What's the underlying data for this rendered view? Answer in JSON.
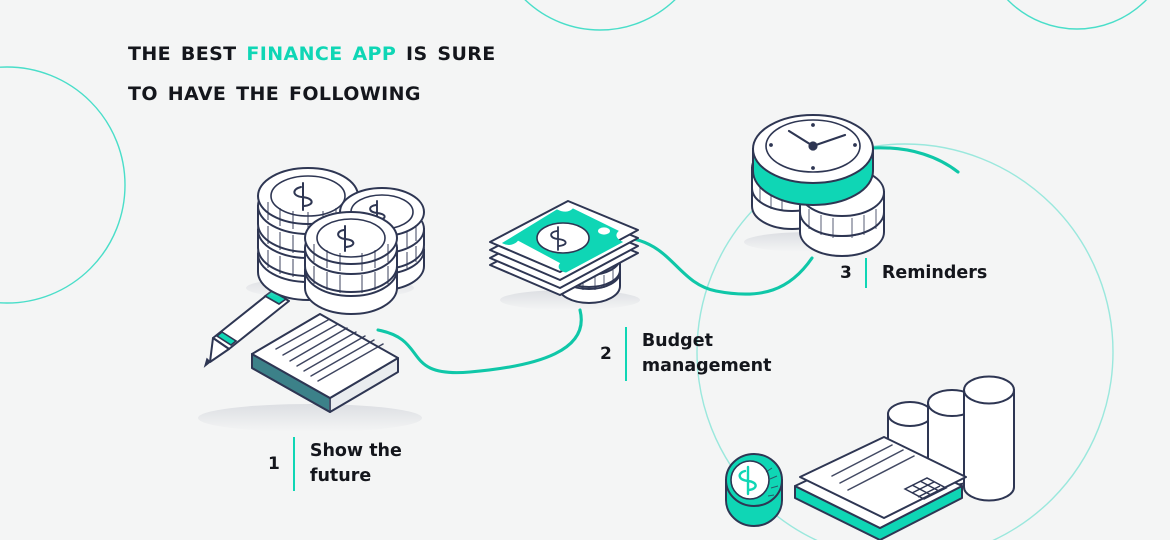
{
  "page": {
    "background_color": "#f4f5f5",
    "accent_color": "#0fd6b5",
    "ink_color": "#2e3653",
    "text_color": "#14161c"
  },
  "heading": {
    "line1_before": "The best ",
    "line1_accent": "finance app",
    "line1_after": " is sure",
    "line2": "to have the following"
  },
  "steps": [
    {
      "number": "1",
      "label": "Show the\nfuture"
    },
    {
      "number": "2",
      "label": "Budget\nmanagement"
    },
    {
      "number": "3",
      "label": "Reminders"
    }
  ],
  "illustrations": {
    "coins": "stacked-dollar-coins",
    "money": "dollar-banknote-stack",
    "clock": "clock-on-coin-stacks",
    "notepad": "notepad-with-pencil",
    "cards": "credit-cards-with-coin-and-bar-cylinders"
  },
  "decor": {
    "circles": [
      "top-left-circle",
      "top-center-circle",
      "top-right-circle",
      "bottom-right-circle"
    ],
    "connectors": [
      "notepad-to-money-curve",
      "money-to-clock-curve",
      "clock-tail-curve"
    ]
  }
}
